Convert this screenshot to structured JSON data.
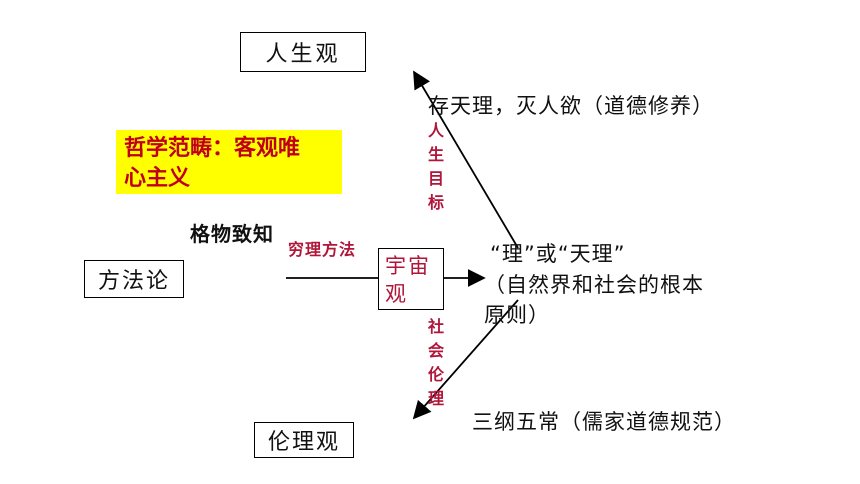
{
  "boxes": {
    "life_view": "人生观",
    "method": "方法论",
    "universe": "宇宙\n观",
    "ethics": "伦理观"
  },
  "highlight": "哲学范畴：客观唯\n心主义",
  "labels": {
    "gewu": "格物致知",
    "qiongli": "穷理方法",
    "life_goal": "人生目标",
    "social_ethics": "社会伦理",
    "cun_tianli": "存天理，灭人欲（道德修养）",
    "li_tianli": "“理”或“天理”",
    "li_desc": "（自然界和社会的根本\n原则）",
    "sangang": "三纲五常（儒家道德规范）"
  },
  "colors": {
    "highlight_bg": "#ffff00",
    "highlight_text": "#c0001a",
    "accent_red": "#b0153a"
  }
}
